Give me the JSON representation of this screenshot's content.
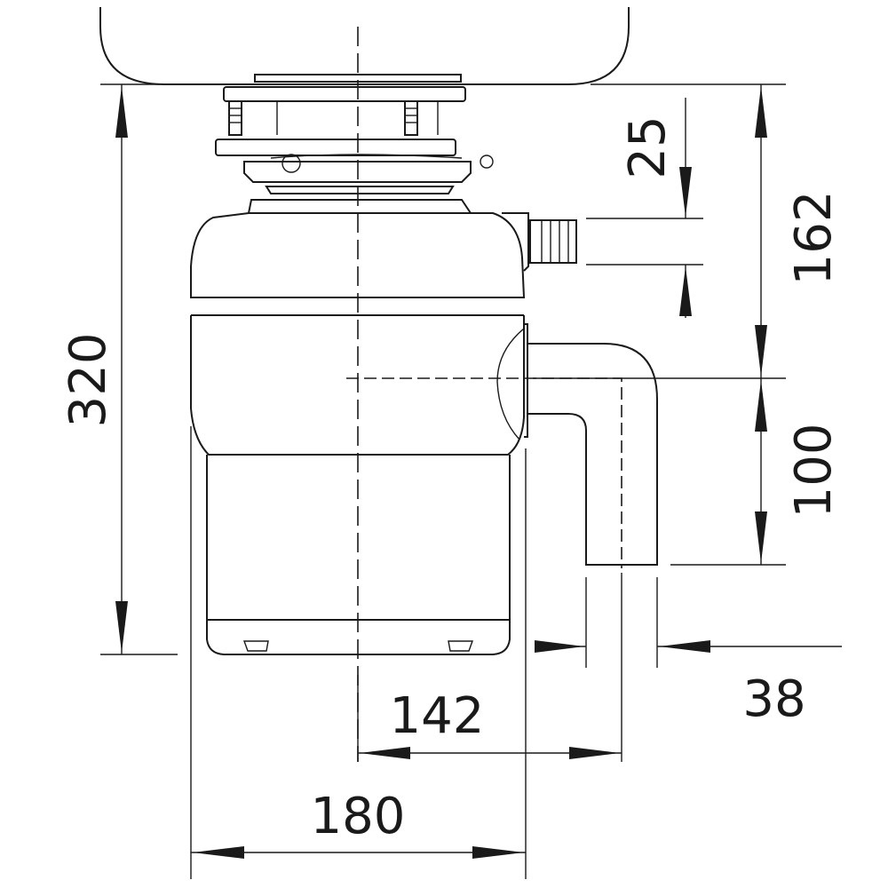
{
  "dimensions": {
    "total_height": "320",
    "top_to_inlet": "162",
    "inlet_diameter": "25",
    "outlet_drop": "100",
    "outlet_diameter": "38",
    "outlet_offset": "142",
    "body_width": "180"
  }
}
